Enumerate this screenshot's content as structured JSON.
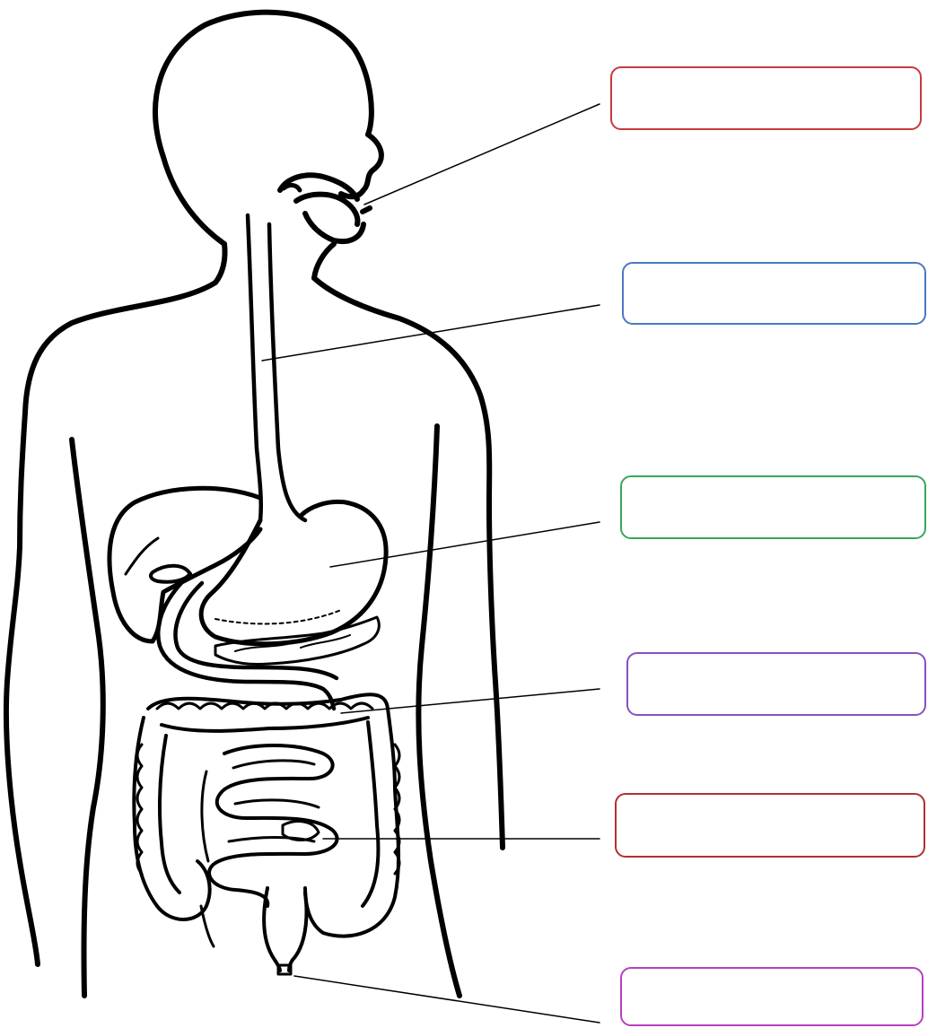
{
  "labels": [
    {
      "id": "mouth",
      "text": "",
      "color": "#c83a3a"
    },
    {
      "id": "esophagus",
      "text": "",
      "color": "#4a78c4"
    },
    {
      "id": "stomach",
      "text": "",
      "color": "#3aa65a"
    },
    {
      "id": "large-intestine",
      "text": "",
      "color": "#8a4fc0"
    },
    {
      "id": "small-intestine",
      "text": "",
      "color": "#b3302f"
    },
    {
      "id": "rectum",
      "text": "",
      "color": "#b83fc0"
    }
  ],
  "line_color": "#000000",
  "outline_color": "#000000"
}
